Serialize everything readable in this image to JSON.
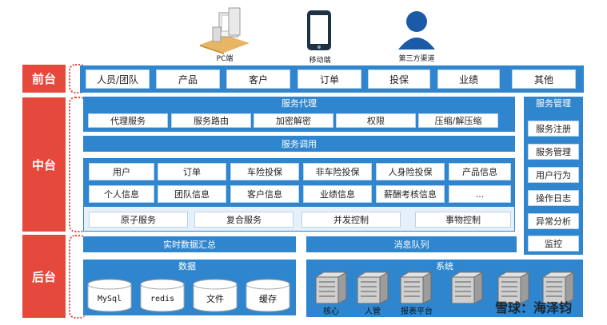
{
  "devices": {
    "pc": "PC端",
    "mobile": "移动端",
    "third_party": "第三方渠道"
  },
  "layers": {
    "front": "前台",
    "middle": "中台",
    "back": "后台"
  },
  "front": {
    "items": [
      "人员/团队",
      "产品",
      "客户",
      "订单",
      "投保",
      "业绩",
      "其他"
    ]
  },
  "middle": {
    "proxy_title": "服务代理",
    "proxy_items": [
      "代理服务",
      "服务路由",
      "加密解密",
      "权限",
      "压缩/解压缩"
    ],
    "invoke_title": "服务调用",
    "biz_row1": [
      "用户",
      "订单",
      "车险投保",
      "非车险投保",
      "人身险投保",
      "产品信息"
    ],
    "biz_row2": [
      "个人信息",
      "团队信息",
      "客户信息",
      "业绩信息",
      "薪酬考核信息",
      "..."
    ],
    "atomic": [
      "原子服务",
      "复合服务",
      "并发控制",
      "事物控制"
    ],
    "mgmt_title": "服务管理",
    "mgmt_items": [
      "服务注册",
      "服务管理",
      "用户行为",
      "操作日志",
      "异常分析",
      "监控"
    ]
  },
  "back": {
    "realtime": "实时数据汇总",
    "queue": "消息队列",
    "data_title": "数据",
    "data_items": [
      "MySql",
      "redis",
      "文件",
      "缓存"
    ],
    "system_title": "系统",
    "system_labels": [
      "核心",
      "人管",
      "报表平台"
    ]
  },
  "watermark": "雪球：海泽钧",
  "colors": {
    "red": "#e4493b",
    "blue": "#2f86cf",
    "white": "#ffffff"
  }
}
